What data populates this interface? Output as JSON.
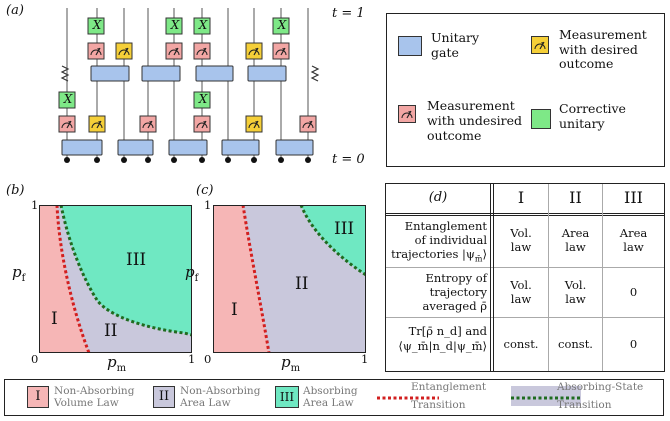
{
  "panel_a": {
    "label": "(a)",
    "t_top": "t = 1",
    "t_bottom": "t = 0",
    "x_gate": "X",
    "legend": {
      "unitary": "Unitary gate",
      "desired": "Measurement with desired outcome",
      "undesired": "Measurement with undesired outcome",
      "corrective": "Corrective unitary"
    }
  },
  "panel_b": {
    "label": "(b)",
    "xlabel": "p",
    "xlabel_sub": "m",
    "ylabel": "p",
    "ylabel_sub": "f",
    "tick_0": "0",
    "tick_x1": "1",
    "tick_y1": "1",
    "region_I": "I",
    "region_II": "II",
    "region_III": "III"
  },
  "panel_c": {
    "label": "(c)",
    "xlabel": "p",
    "xlabel_sub": "m",
    "ylabel": "p",
    "ylabel_sub": "f",
    "tick_0": "0",
    "tick_x1": "1",
    "tick_y1": "1",
    "region_I": "I",
    "region_II": "II",
    "region_III": "III"
  },
  "panel_d": {
    "label": "(d)",
    "columns": [
      "I",
      "II",
      "III"
    ],
    "rows": [
      {
        "head": [
          "Entanglement",
          "of individual",
          "trajectories |ψ"
        ],
        "head_sub": "m̄",
        "head_tail": "⟩",
        "cells": [
          [
            "Vol.",
            "law"
          ],
          [
            "Area",
            "law"
          ],
          [
            "Area",
            "law"
          ]
        ]
      },
      {
        "head": [
          "Entropy of",
          "trajectory",
          "averaged ρ̄"
        ],
        "cells": [
          [
            "Vol.",
            "law"
          ],
          [
            "Vol.",
            "law"
          ],
          [
            "0"
          ]
        ]
      },
      {
        "head": [
          "Tr[ρ̄ n_d] and",
          "⟨ψ_m̄|n_d|ψ_m̄⟩"
        ],
        "cells": [
          [
            "const."
          ],
          [
            "const."
          ],
          [
            "0"
          ]
        ]
      }
    ]
  },
  "bottom_legend": {
    "items": [
      {
        "tag": "I",
        "text": [
          "Non-Absorbing",
          "Volume Law"
        ]
      },
      {
        "tag": "II",
        "text": [
          "Non-Absorbing",
          "Area Law"
        ]
      },
      {
        "tag": "III",
        "text": [
          "Absorbing",
          "Area Law"
        ]
      },
      {
        "tag": "",
        "text": [
          "Entanglement",
          "Transition"
        ]
      },
      {
        "tag": "",
        "text": [
          "Absorbing-State",
          "Transition"
        ]
      }
    ]
  },
  "colors": {
    "unitary": "#a8c4ec",
    "desired": "#f5cf38",
    "undesired": "#f2a6a4",
    "corrective": "#7ee887",
    "region_I": "#f6b6b6",
    "region_II": "#c9c8dc",
    "region_III": "#6fe8c2",
    "entanglement_line": "#d21f1f",
    "absorbing_line": "#1f6b1f"
  }
}
